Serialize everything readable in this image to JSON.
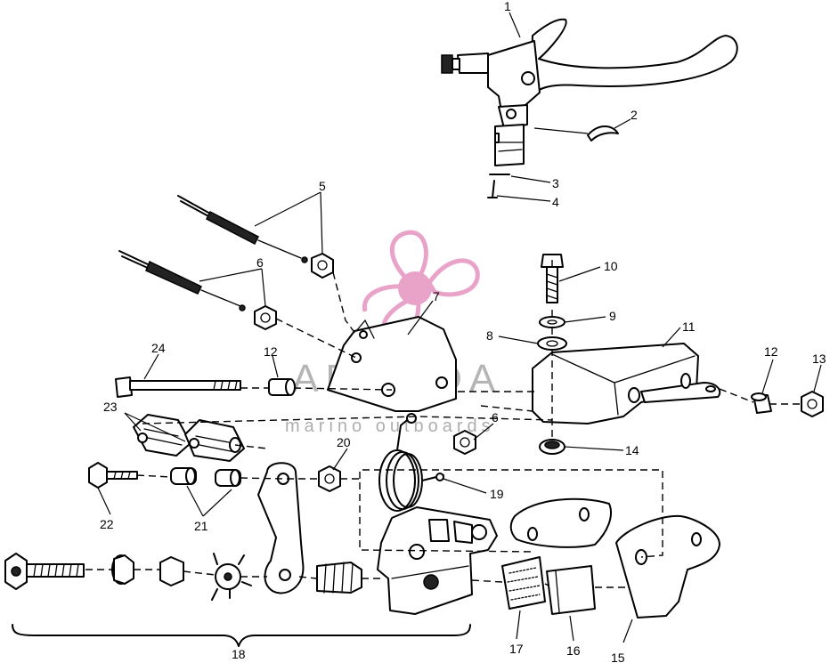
{
  "watermark": {
    "brand": "ARMADA",
    "tagline": "marino outboards",
    "color": "#e9a3c9"
  },
  "callouts": [
    {
      "id": "1",
      "label": "1"
    },
    {
      "id": "2",
      "label": "2"
    },
    {
      "id": "3",
      "label": "3"
    },
    {
      "id": "4",
      "label": "4"
    },
    {
      "id": "5",
      "label": "5"
    },
    {
      "id": "6a",
      "label": "6"
    },
    {
      "id": "6b",
      "label": "6"
    },
    {
      "id": "7",
      "label": "7"
    },
    {
      "id": "8",
      "label": "8"
    },
    {
      "id": "9",
      "label": "9"
    },
    {
      "id": "10",
      "label": "10"
    },
    {
      "id": "11",
      "label": "11"
    },
    {
      "id": "12a",
      "label": "12"
    },
    {
      "id": "12b",
      "label": "12"
    },
    {
      "id": "13",
      "label": "13"
    },
    {
      "id": "14",
      "label": "14"
    },
    {
      "id": "15",
      "label": "15"
    },
    {
      "id": "16",
      "label": "16"
    },
    {
      "id": "17",
      "label": "17"
    },
    {
      "id": "18",
      "label": "18"
    },
    {
      "id": "19",
      "label": "19"
    },
    {
      "id": "20",
      "label": "20"
    },
    {
      "id": "21",
      "label": "21"
    },
    {
      "id": "22",
      "label": "22"
    },
    {
      "id": "23",
      "label": "23"
    },
    {
      "id": "24",
      "label": "24"
    }
  ]
}
